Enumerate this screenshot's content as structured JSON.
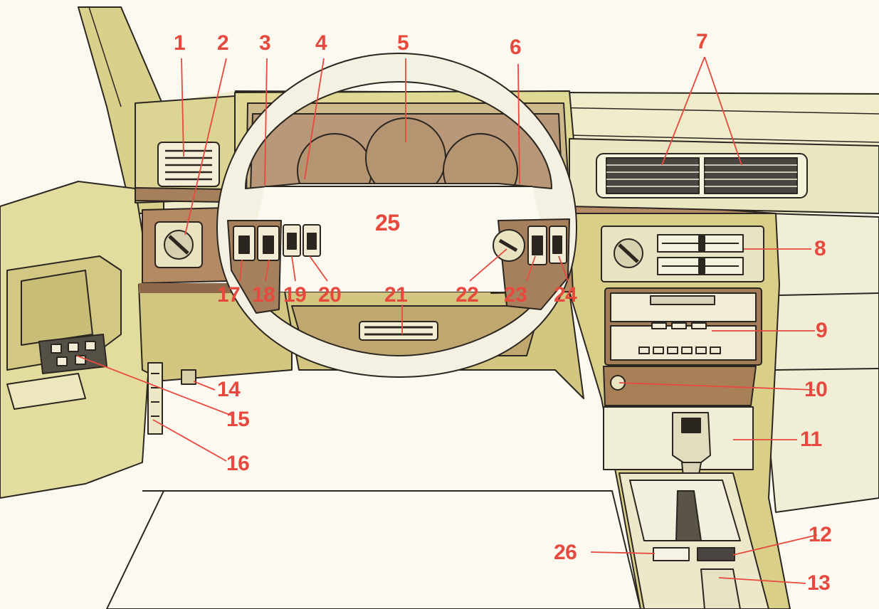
{
  "diagram": {
    "subject": "car-dashboard",
    "callouts": [
      "1",
      "2",
      "3",
      "4",
      "5",
      "6",
      "7",
      "8",
      "9",
      "10",
      "11",
      "12",
      "13",
      "14",
      "15",
      "16",
      "17",
      "18",
      "19",
      "20",
      "21",
      "22",
      "23",
      "24",
      "25",
      "26"
    ]
  },
  "colors": {
    "callout_red": "#e8493f",
    "panel_olive": "#d8cf88",
    "panel_light": "#eae6b5",
    "trim_brown": "#a6805c",
    "gauge_tan": "#b89878",
    "outline": "#2b2620"
  }
}
